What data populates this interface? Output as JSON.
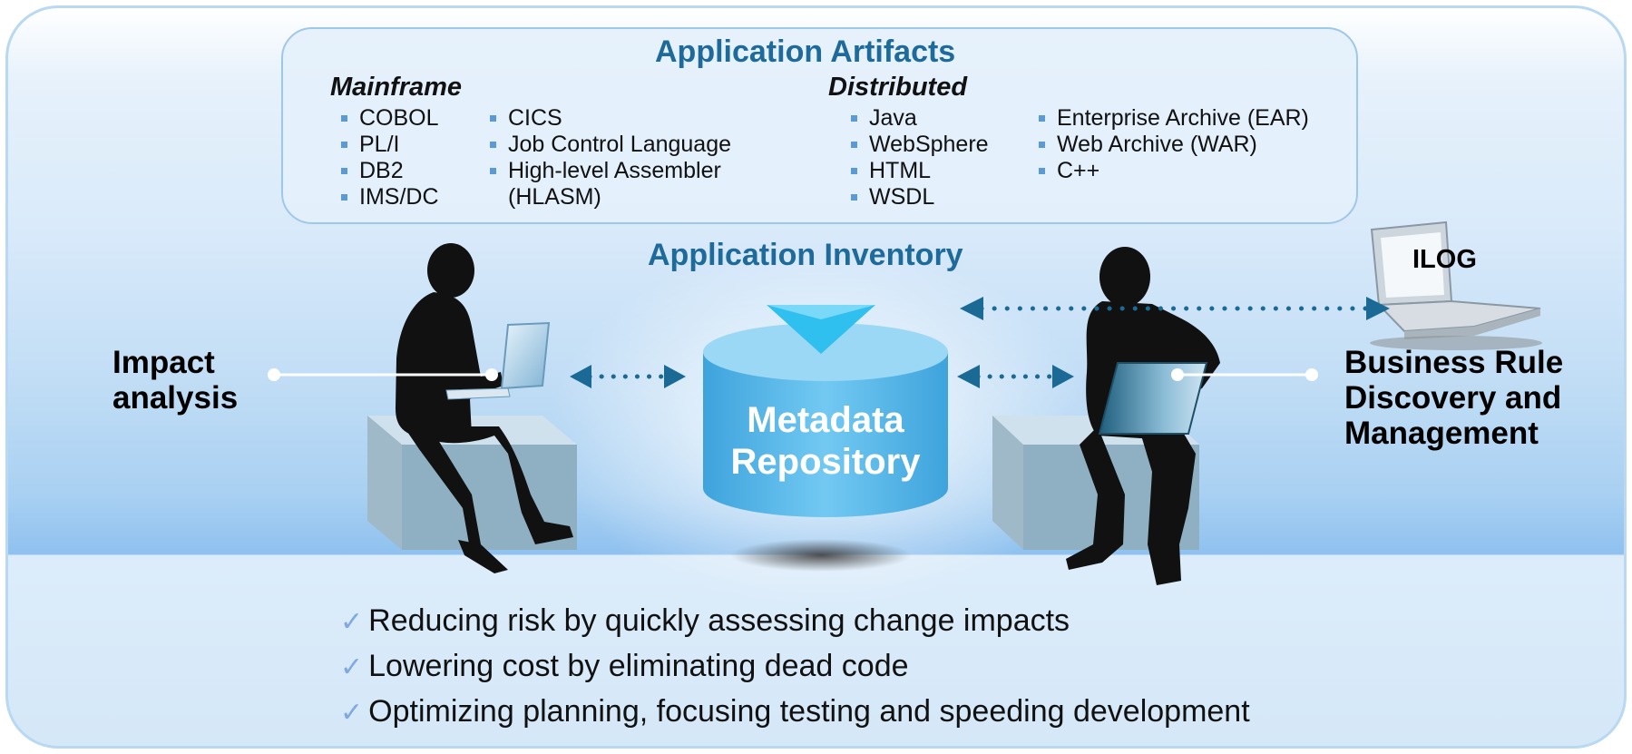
{
  "artifacts": {
    "title": "Application Artifacts",
    "mainframe": {
      "heading": "Mainframe",
      "col1": [
        "COBOL",
        "PL/I",
        "DB2",
        "IMS/DC"
      ],
      "col2": [
        "CICS",
        "Job Control Language",
        "High-level Assembler"
      ],
      "col2_cont": "(HLASM)"
    },
    "distributed": {
      "heading": "Distributed",
      "col1": [
        "Java",
        "WebSphere",
        "HTML",
        "WSDL"
      ],
      "col2": [
        "Enterprise Archive (EAR)",
        "Web Archive (WAR)",
        "C++"
      ]
    }
  },
  "inventory_title": "Application Inventory",
  "repository": {
    "line1": "Metadata",
    "line2": "Repository"
  },
  "left_label": {
    "line1": "Impact",
    "line2": "analysis"
  },
  "right_label": {
    "line1": "Business Rule",
    "line2": "Discovery and",
    "line3": "Management"
  },
  "laptop_label": "ILOG",
  "benefits": [
    "Reducing risk by quickly assessing change impacts",
    "Lowering cost by eliminating dead code",
    "Optimizing planning, focusing testing and speeding development"
  ],
  "colors": {
    "title": "#1e6a9a",
    "arrow": "#1a6a95",
    "bullet": "#5b9bd5",
    "check": "#7fa9e0",
    "cylinder": "#5ab6e6"
  }
}
